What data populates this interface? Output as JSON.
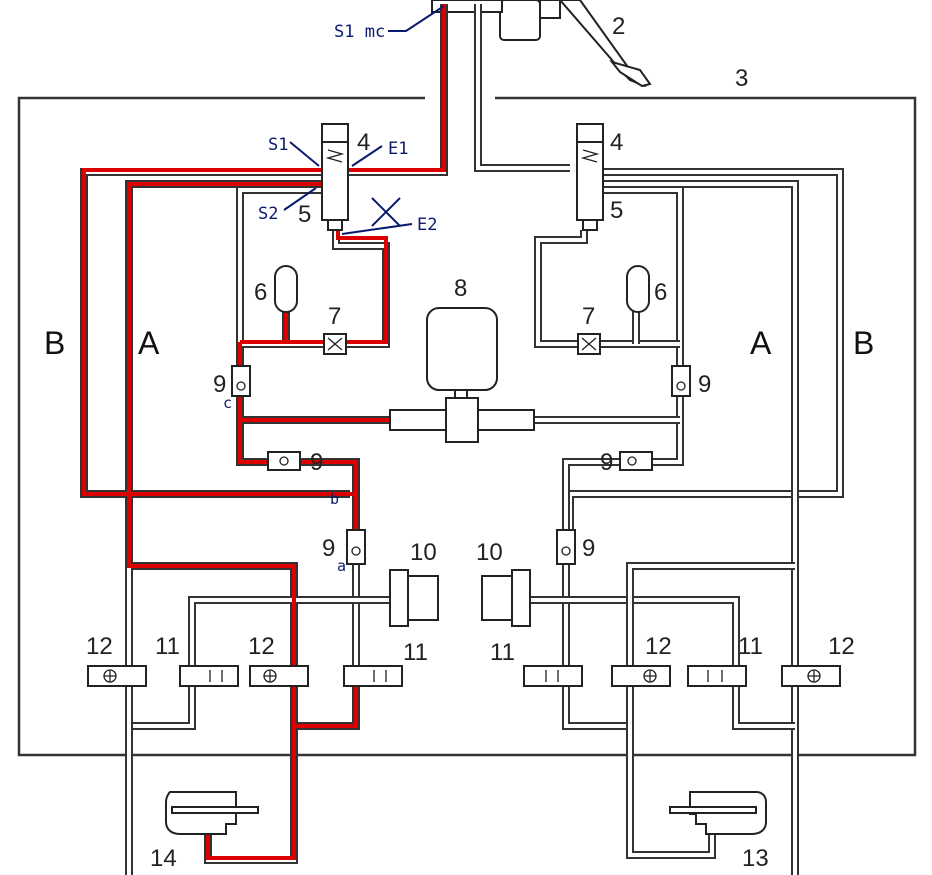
{
  "diagram": {
    "title": "Brake hydraulic circuit schematic (ABS/ESP modulator)",
    "colors": {
      "active_circuit": "#dd0000",
      "pipe": "#333333",
      "annotation": "#0a1a6e"
    },
    "zone_labels": {
      "b_left": "B",
      "a_left": "A",
      "a_right": "A",
      "b_right": "B"
    },
    "component_labels": {
      "pedal": "2",
      "unit_frame": "3",
      "valve4_left": "4",
      "valve4_right": "4",
      "valve5_left": "5",
      "valve5_right": "5",
      "accum6_left": "6",
      "accum6_right": "6",
      "restrictor7_left": "7",
      "restrictor7_right": "7",
      "pump8": "8",
      "check9_c": "9",
      "check9_b": "9",
      "check9_a": "9",
      "check9_right_upper": "9",
      "check9_right_mid": "9",
      "check9_right_lower": "9",
      "damper10_left": "10",
      "damper10_right": "10",
      "valve11_l1": "11",
      "valve11_l2": "11",
      "valve11_r1": "11",
      "valve11_r2": "11",
      "valve12_l1": "12",
      "valve12_l2": "12",
      "valve12_r1": "12",
      "valve12_r2": "12",
      "caliper13": "13",
      "caliper14": "14"
    },
    "annotations": {
      "s1_mc": "S1 mc",
      "s1": "S1",
      "e1": "E1",
      "s2": "S2",
      "e2": "E2",
      "a": "a",
      "b": "b",
      "c": "c"
    }
  }
}
